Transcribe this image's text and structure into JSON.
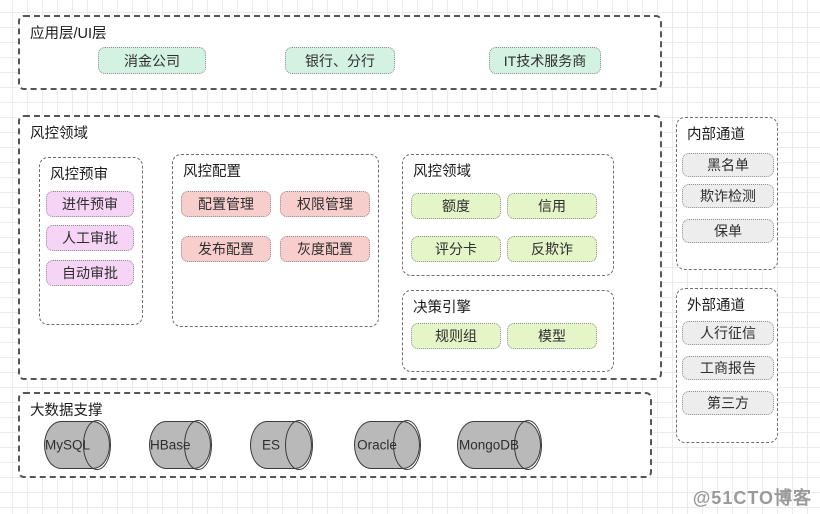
{
  "diagram": {
    "app_layer": {
      "title": "应用层/UI层",
      "items": [
        "消金公司",
        "银行、分行",
        "IT技术服务商"
      ]
    },
    "risk_domain": {
      "title": "风控领域",
      "groups": [
        {
          "title": "风控预审",
          "items": [
            "进件预审",
            "人工审批",
            "自动审批"
          ]
        },
        {
          "title": "风控配置",
          "items": [
            "配置管理",
            "权限管理",
            "发布配置",
            "灰度配置"
          ]
        },
        {
          "title": "风控领域",
          "items": [
            "额度",
            "信用",
            "评分卡",
            "反欺诈"
          ]
        },
        {
          "title": "决策引擎",
          "items": [
            "规则组",
            "模型"
          ]
        }
      ]
    },
    "internal_channel": {
      "title": "内部通道",
      "items": [
        "黑名单",
        "欺诈检测",
        "保单"
      ]
    },
    "external_channel": {
      "title": "外部通道",
      "items": [
        "人行征信",
        "工商报告",
        "第三方"
      ]
    },
    "bigdata_layer": {
      "title": "大数据支撑",
      "databases": [
        "MySQL",
        "HBase",
        "ES",
        "Oracle",
        "MongoDB"
      ]
    }
  },
  "watermark": "@51CTO博客",
  "colors": {
    "mint_green": "#d4f2e2",
    "violet_pink": "#f6d4f6",
    "salmon_pink": "#f8cecc",
    "light_green": "#e4f5c8",
    "gray_item": "#ededed",
    "cylinder_gray": "#b9b9b9"
  }
}
